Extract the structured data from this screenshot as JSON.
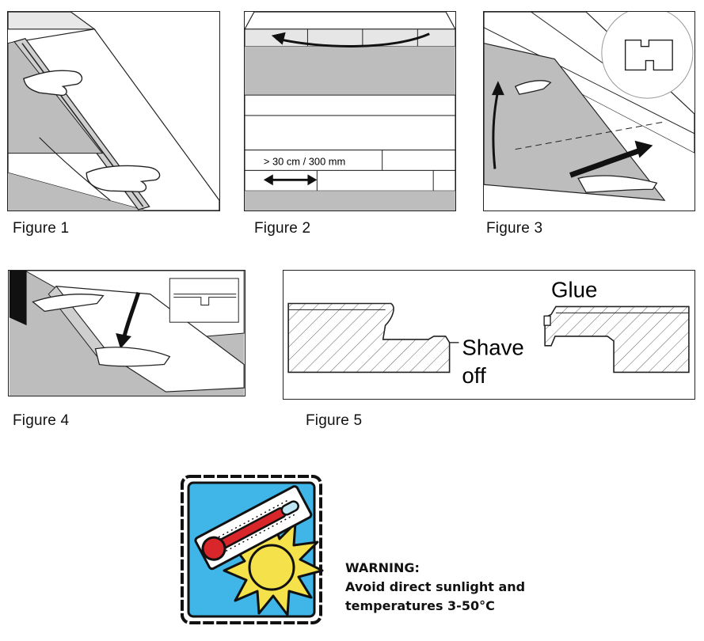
{
  "figures": [
    {
      "caption": "Figure 1"
    },
    {
      "caption": "Figure 2",
      "measurement": "> 30 cm / 300 mm"
    },
    {
      "caption": "Figure 3"
    },
    {
      "caption": "Figure 4"
    },
    {
      "caption": "Figure 5",
      "labels": {
        "glue": "Glue",
        "shave": "Shave",
        "off": "off"
      }
    }
  ],
  "icon": "thermometer-sun-icon",
  "warning": {
    "heading": "WARNING:",
    "line1": "Avoid direct sunlight and",
    "line2": "temperatures 3-50°C"
  },
  "colors": {
    "sky": "#3fb5e8",
    "sun": "#f5e14a",
    "mercury": "#d8262b",
    "floor": "#bfbfbf"
  }
}
